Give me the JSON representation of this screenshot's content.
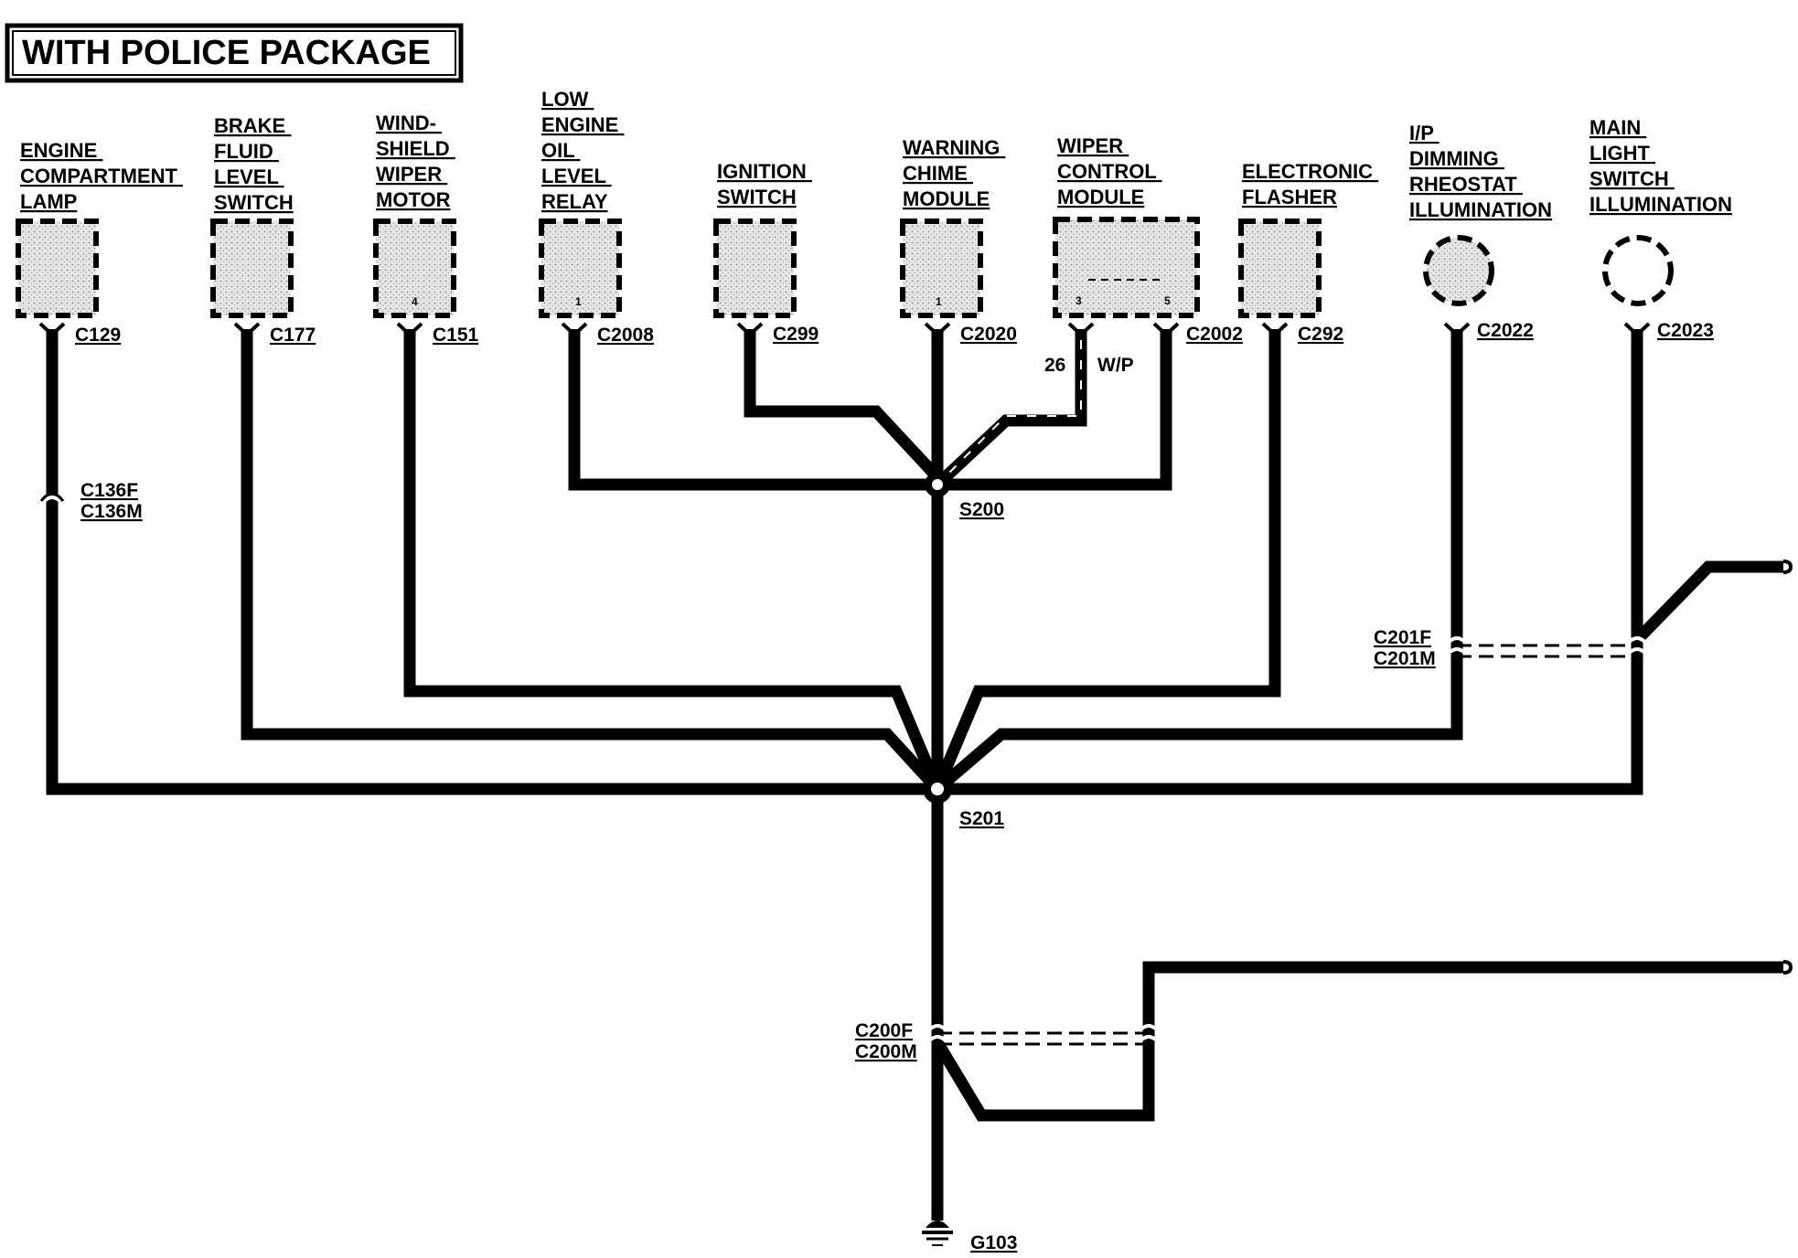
{
  "title": "WITH POLICE PACKAGE",
  "components": [
    {
      "lines": [
        "ENGINE",
        "COMPARTMENT",
        "LAMP"
      ],
      "connector": "C129",
      "pin": ""
    },
    {
      "lines": [
        "BRAKE",
        "FLUID",
        "LEVEL",
        "SWITCH"
      ],
      "connector": "C177",
      "pin": ""
    },
    {
      "lines": [
        "WIND-",
        "SHIELD",
        "WIPER",
        "MOTOR"
      ],
      "connector": "C151",
      "pin": "4"
    },
    {
      "lines": [
        "LOW",
        "ENGINE",
        "OIL",
        "LEVEL",
        "RELAY"
      ],
      "connector": "C2008",
      "pin": "1"
    },
    {
      "lines": [
        "IGNITION",
        "SWITCH"
      ],
      "connector": "C299",
      "pin": ""
    },
    {
      "lines": [
        "WARNING",
        "CHIME",
        "MODULE"
      ],
      "connector": "C2020",
      "pin": "1"
    },
    {
      "lines": [
        "WIPER",
        "CONTROL",
        "MODULE"
      ],
      "connector": "C2002",
      "pins": [
        "3",
        "5"
      ]
    },
    {
      "lines": [
        "ELECTRONIC",
        "FLASHER"
      ],
      "connector": "C292",
      "pin": ""
    },
    {
      "lines": [
        "I/P",
        "DIMMING",
        "RHEOSTAT",
        "ILLUMINATION"
      ],
      "connector": "C2022",
      "pin": ""
    },
    {
      "lines": [
        "MAIN",
        "LIGHT",
        "SWITCH",
        "ILLUMINATION"
      ],
      "connector": "C2023",
      "pin": ""
    }
  ],
  "inline_connectors": {
    "c136": [
      "C136F",
      "C136M"
    ],
    "c201": [
      "C201F",
      "C201M"
    ],
    "c200": [
      "C200F",
      "C200M"
    ]
  },
  "splices": {
    "s200": "S200",
    "s201": "S201"
  },
  "ground": "G103",
  "wire_label": {
    "circuit": "26",
    "color": "W/P"
  }
}
